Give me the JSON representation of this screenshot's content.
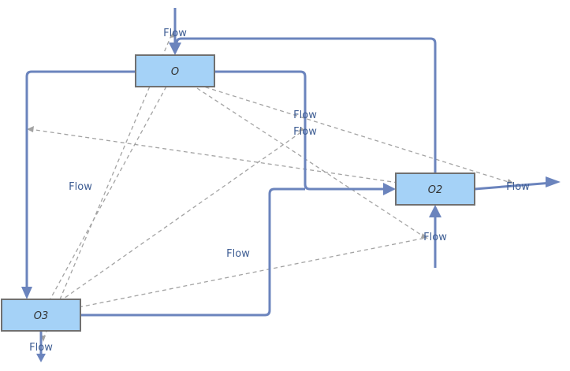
{
  "nodes": {
    "o": {
      "label": "O"
    },
    "o2": {
      "label": "O2"
    },
    "o3": {
      "label": "O3"
    }
  },
  "flows": {
    "top_inflow": "Flow",
    "upper_dashed_a": "Flow",
    "upper_dashed_b": "Flow",
    "left_flow": "Flow",
    "middle_flow": "Flow",
    "o2_outflow": "Flow",
    "o2_inflow": "Flow",
    "o3_outflow": "Flow"
  },
  "colors": {
    "edge": "#6b84bd",
    "node_fill": "#a5d2f7",
    "node_border": "#707070",
    "dashed": "#a3a3a3",
    "label": "#3e5d93"
  }
}
